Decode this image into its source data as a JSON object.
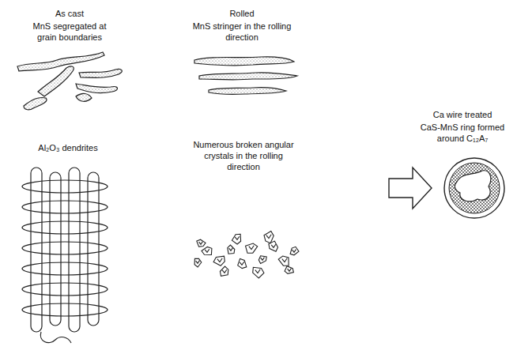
{
  "diagram": {
    "labels": [
      "As cast",
      "MnS segregated at grain boundaries",
      "Rolled",
      "MnS stringer in the rolling direction",
      "Ca wire treated",
      "CaS-MnS ring formed around C₁₂A₇",
      "Al₂O₃ dendrites",
      "Numerous broken angular crystals in the rolling direction"
    ]
  }
}
